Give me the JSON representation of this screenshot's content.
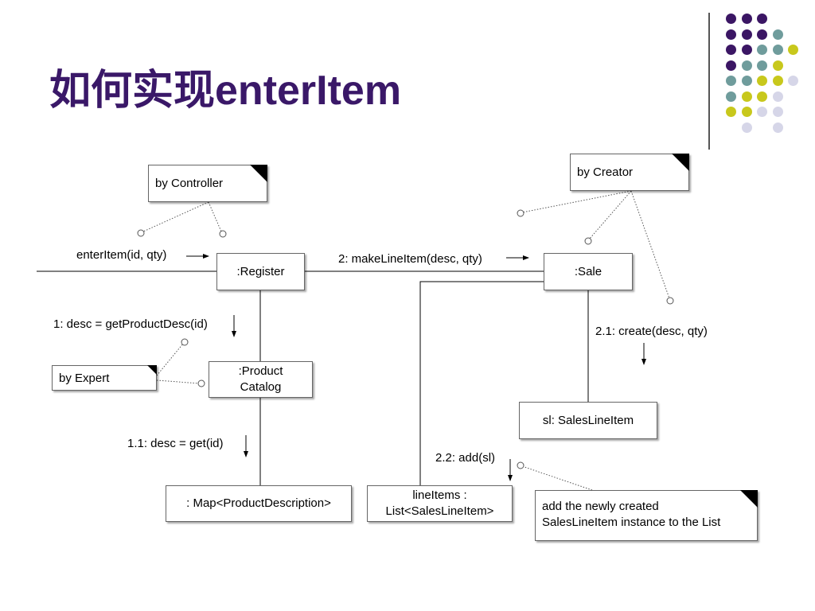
{
  "slide": {
    "title_cn": "如何实现",
    "title_en": "enterItem"
  },
  "decor": {
    "colors": {
      "purple": "#3b1664",
      "teal": "#6f9c9c",
      "olive": "#c8c81c",
      "lavender": "#d6d6e8"
    },
    "dot_grid": [
      [
        "purple",
        "purple",
        "purple",
        "",
        "",
        ""
      ],
      [
        "purple",
        "purple",
        "purple",
        "teal",
        "",
        ""
      ],
      [
        "purple",
        "purple",
        "teal",
        "teal",
        "olive",
        ""
      ],
      [
        "purple",
        "teal",
        "teal",
        "olive",
        "",
        ""
      ],
      [
        "teal",
        "teal",
        "olive",
        "olive",
        "lavender",
        ""
      ],
      [
        "teal",
        "olive",
        "olive",
        "lavender",
        "",
        ""
      ],
      [
        "olive",
        "olive",
        "lavender",
        "lavender",
        "",
        ""
      ],
      [
        "",
        "lavender",
        "",
        "lavender",
        "",
        ""
      ]
    ]
  },
  "diagram": {
    "objects": {
      "register": ":Register",
      "sale": ":Sale",
      "product_catalog": ":Product Catalog",
      "sales_line_item": "sl: SalesLineItem",
      "map": ": Map<ProductDescription>",
      "line_items": "lineItems : List<SalesLineItem>"
    },
    "notes": {
      "by_controller": "by Controller",
      "by_creator": "by Creator",
      "by_expert": "by Expert",
      "add_note": "add the newly created SalesLineItem instance to the List"
    },
    "messages": {
      "enter_item": "enterItem(id, qty)",
      "make_line_item": "2: makeLineItem(desc, qty)",
      "get_product_desc": "1: desc = getProductDesc(id)",
      "create": "2.1: create(desc, qty)",
      "get": "1.1: desc = get(id)",
      "add": "2.2: add(sl)"
    }
  }
}
